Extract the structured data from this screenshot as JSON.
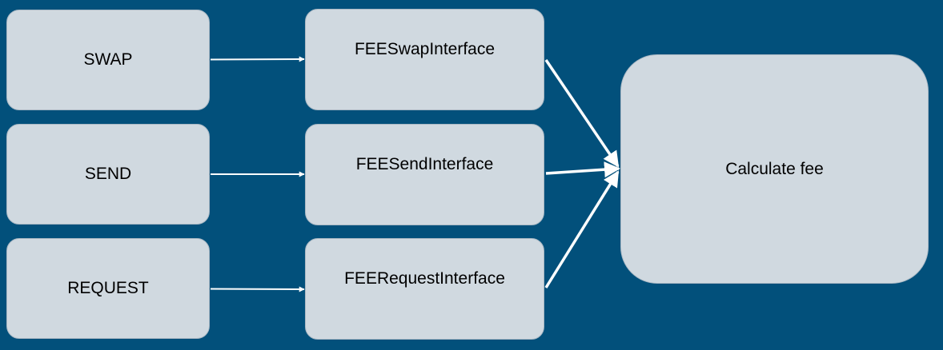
{
  "diagram": {
    "sources": [
      {
        "label": "SWAP"
      },
      {
        "label": "SEND"
      },
      {
        "label": "REQUEST"
      }
    ],
    "interfaces": [
      {
        "label": "FEESwapInterface"
      },
      {
        "label": "FEESendInterface"
      },
      {
        "label": "FEERequestInterface"
      }
    ],
    "target": {
      "label": "Calculate fee"
    },
    "colors": {
      "background": "#02507b",
      "box_fill": "#d0d9e0",
      "arrow": "#ffffff",
      "text": "#000000"
    }
  }
}
